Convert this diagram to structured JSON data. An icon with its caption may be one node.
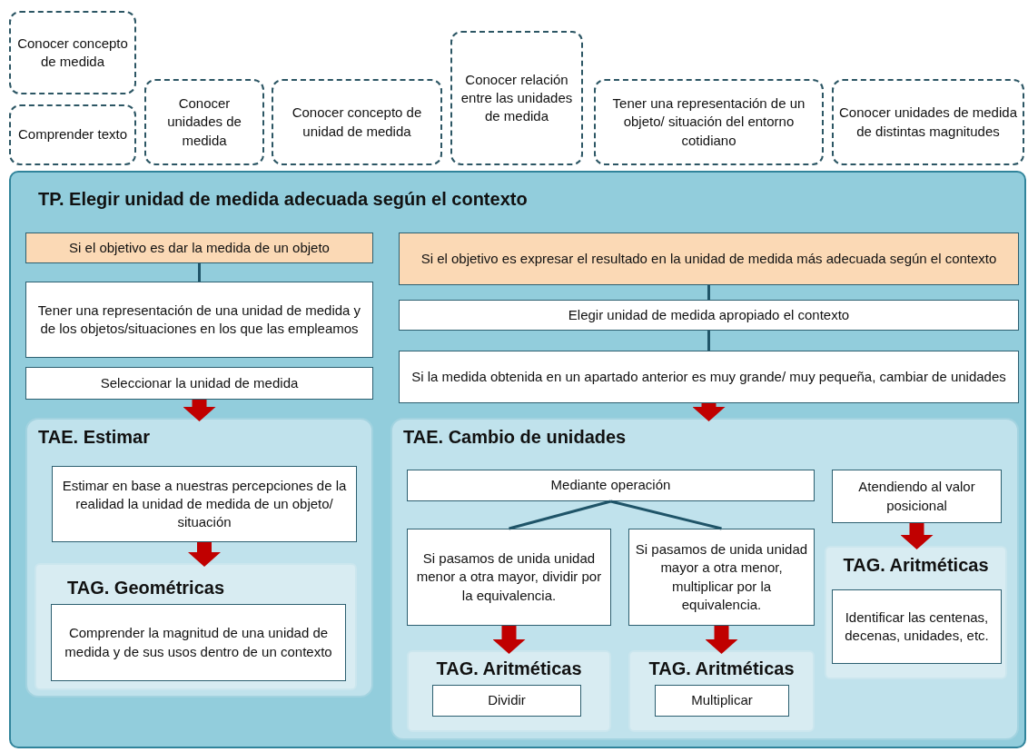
{
  "diagram": {
    "nodes": [
      {
        "text": [
          "Conocer concepto de medida"
        ]
      },
      {
        "text": [
          "Comprender texto"
        ]
      },
      {
        "text": [
          "Conocer unidades de medida"
        ]
      },
      {
        "text": [
          "Conocer concepto de unidad de medida"
        ]
      },
      {
        "text": [
          "Conocer relación entre las unidades de medida"
        ]
      },
      {
        "text": [
          "Tener una representación de un objeto/ situación del entorno cotidiano"
        ]
      },
      {
        "text": [
          "Conocer unidades de medida de distintas magnitudes"
        ]
      },
      {
        "text": [
          "TP. Elegir unidad de medida adecuada según el contexto"
        ]
      },
      {
        "text": [
          "Si el objetivo es dar la medida de un objeto"
        ],
        "in": 7
      },
      {
        "text": [
          "Tener una representación de una unidad de medida y de los objetos/situaciones en los que las empleamos"
        ],
        "in": 7
      },
      {
        "text": [
          "Seleccionar la unidad de medida"
        ],
        "in": 7
      },
      {
        "text": [
          "Si el objetivo es expresar el resultado en la unidad de medida más adecuada según el contexto"
        ],
        "in": 7
      },
      {
        "text": [
          "Elegir unidad de medida apropiado el contexto"
        ],
        "in": 7
      },
      {
        "text": [
          "Si la medida obtenida en un apartado anterior es muy grande/ muy pequeña, cambiar de unidades"
        ],
        "in": 7
      },
      {
        "text": [
          "TAE. Estimar"
        ],
        "in": 7
      },
      {
        "text": [
          "Estimar en base a nuestras percepciones de la realidad la unidad de medida de un objeto/ situación"
        ],
        "in": 14
      },
      {
        "text": [
          "TAG. Geométricas"
        ],
        "in": 14
      },
      {
        "text": [
          "Comprender la magnitud de una unidad de medida y de sus usos dentro de un contexto"
        ],
        "in": 16
      },
      {
        "text": [
          "TAE. Cambio de unidades"
        ],
        "in": 7
      },
      {
        "text": [
          "Mediante operación"
        ],
        "in": 18
      },
      {
        "text": [
          "Atendiendo al valor posicional"
        ],
        "in": 18
      },
      {
        "text": [
          "Si pasamos de unida unidad menor a otra mayor, dividir por la equivalencia."
        ],
        "in": 18
      },
      {
        "text": [
          "Si pasamos de unida unidad mayor a otra menor, multiplicar por la equivalencia."
        ],
        "in": 18
      },
      {
        "text": [
          "TAG. Aritméticas"
        ],
        "in": 18
      },
      {
        "text": [
          "Identificar las centenas, decenas, unidades, etc."
        ],
        "in": 23
      },
      {
        "text": [
          "TAG. Aritméticas"
        ],
        "in": 18
      },
      {
        "text": [
          "Dividir"
        ],
        "in": 25
      },
      {
        "text": [
          "TAG. Aritméticas"
        ],
        "in": 18
      },
      {
        "text": [
          "Multiplicar"
        ],
        "in": 27
      }
    ],
    "edges": [
      {
        "from": 8,
        "to": 9,
        "arrow": "none",
        "color": "#1f5468"
      },
      {
        "from": 11,
        "to": 12,
        "arrow": "none",
        "color": "#1f5468"
      },
      {
        "from": 12,
        "to": 13,
        "arrow": "none",
        "color": "#1f5468"
      },
      {
        "from": 10,
        "to": 14,
        "arrow": "to"
      },
      {
        "from": 13,
        "to": 18,
        "arrow": "to"
      },
      {
        "from": 15,
        "to": 16,
        "arrow": "to"
      },
      {
        "from": 19,
        "to": 21,
        "arrow": "none",
        "color": "#1f5468"
      },
      {
        "from": 19,
        "to": 22,
        "arrow": "none",
        "color": "#1f5468"
      },
      {
        "from": 21,
        "to": 25,
        "arrow": "to"
      },
      {
        "from": 22,
        "to": 27,
        "arrow": "to"
      },
      {
        "from": 20,
        "to": 23,
        "arrow": "to"
      }
    ]
  }
}
